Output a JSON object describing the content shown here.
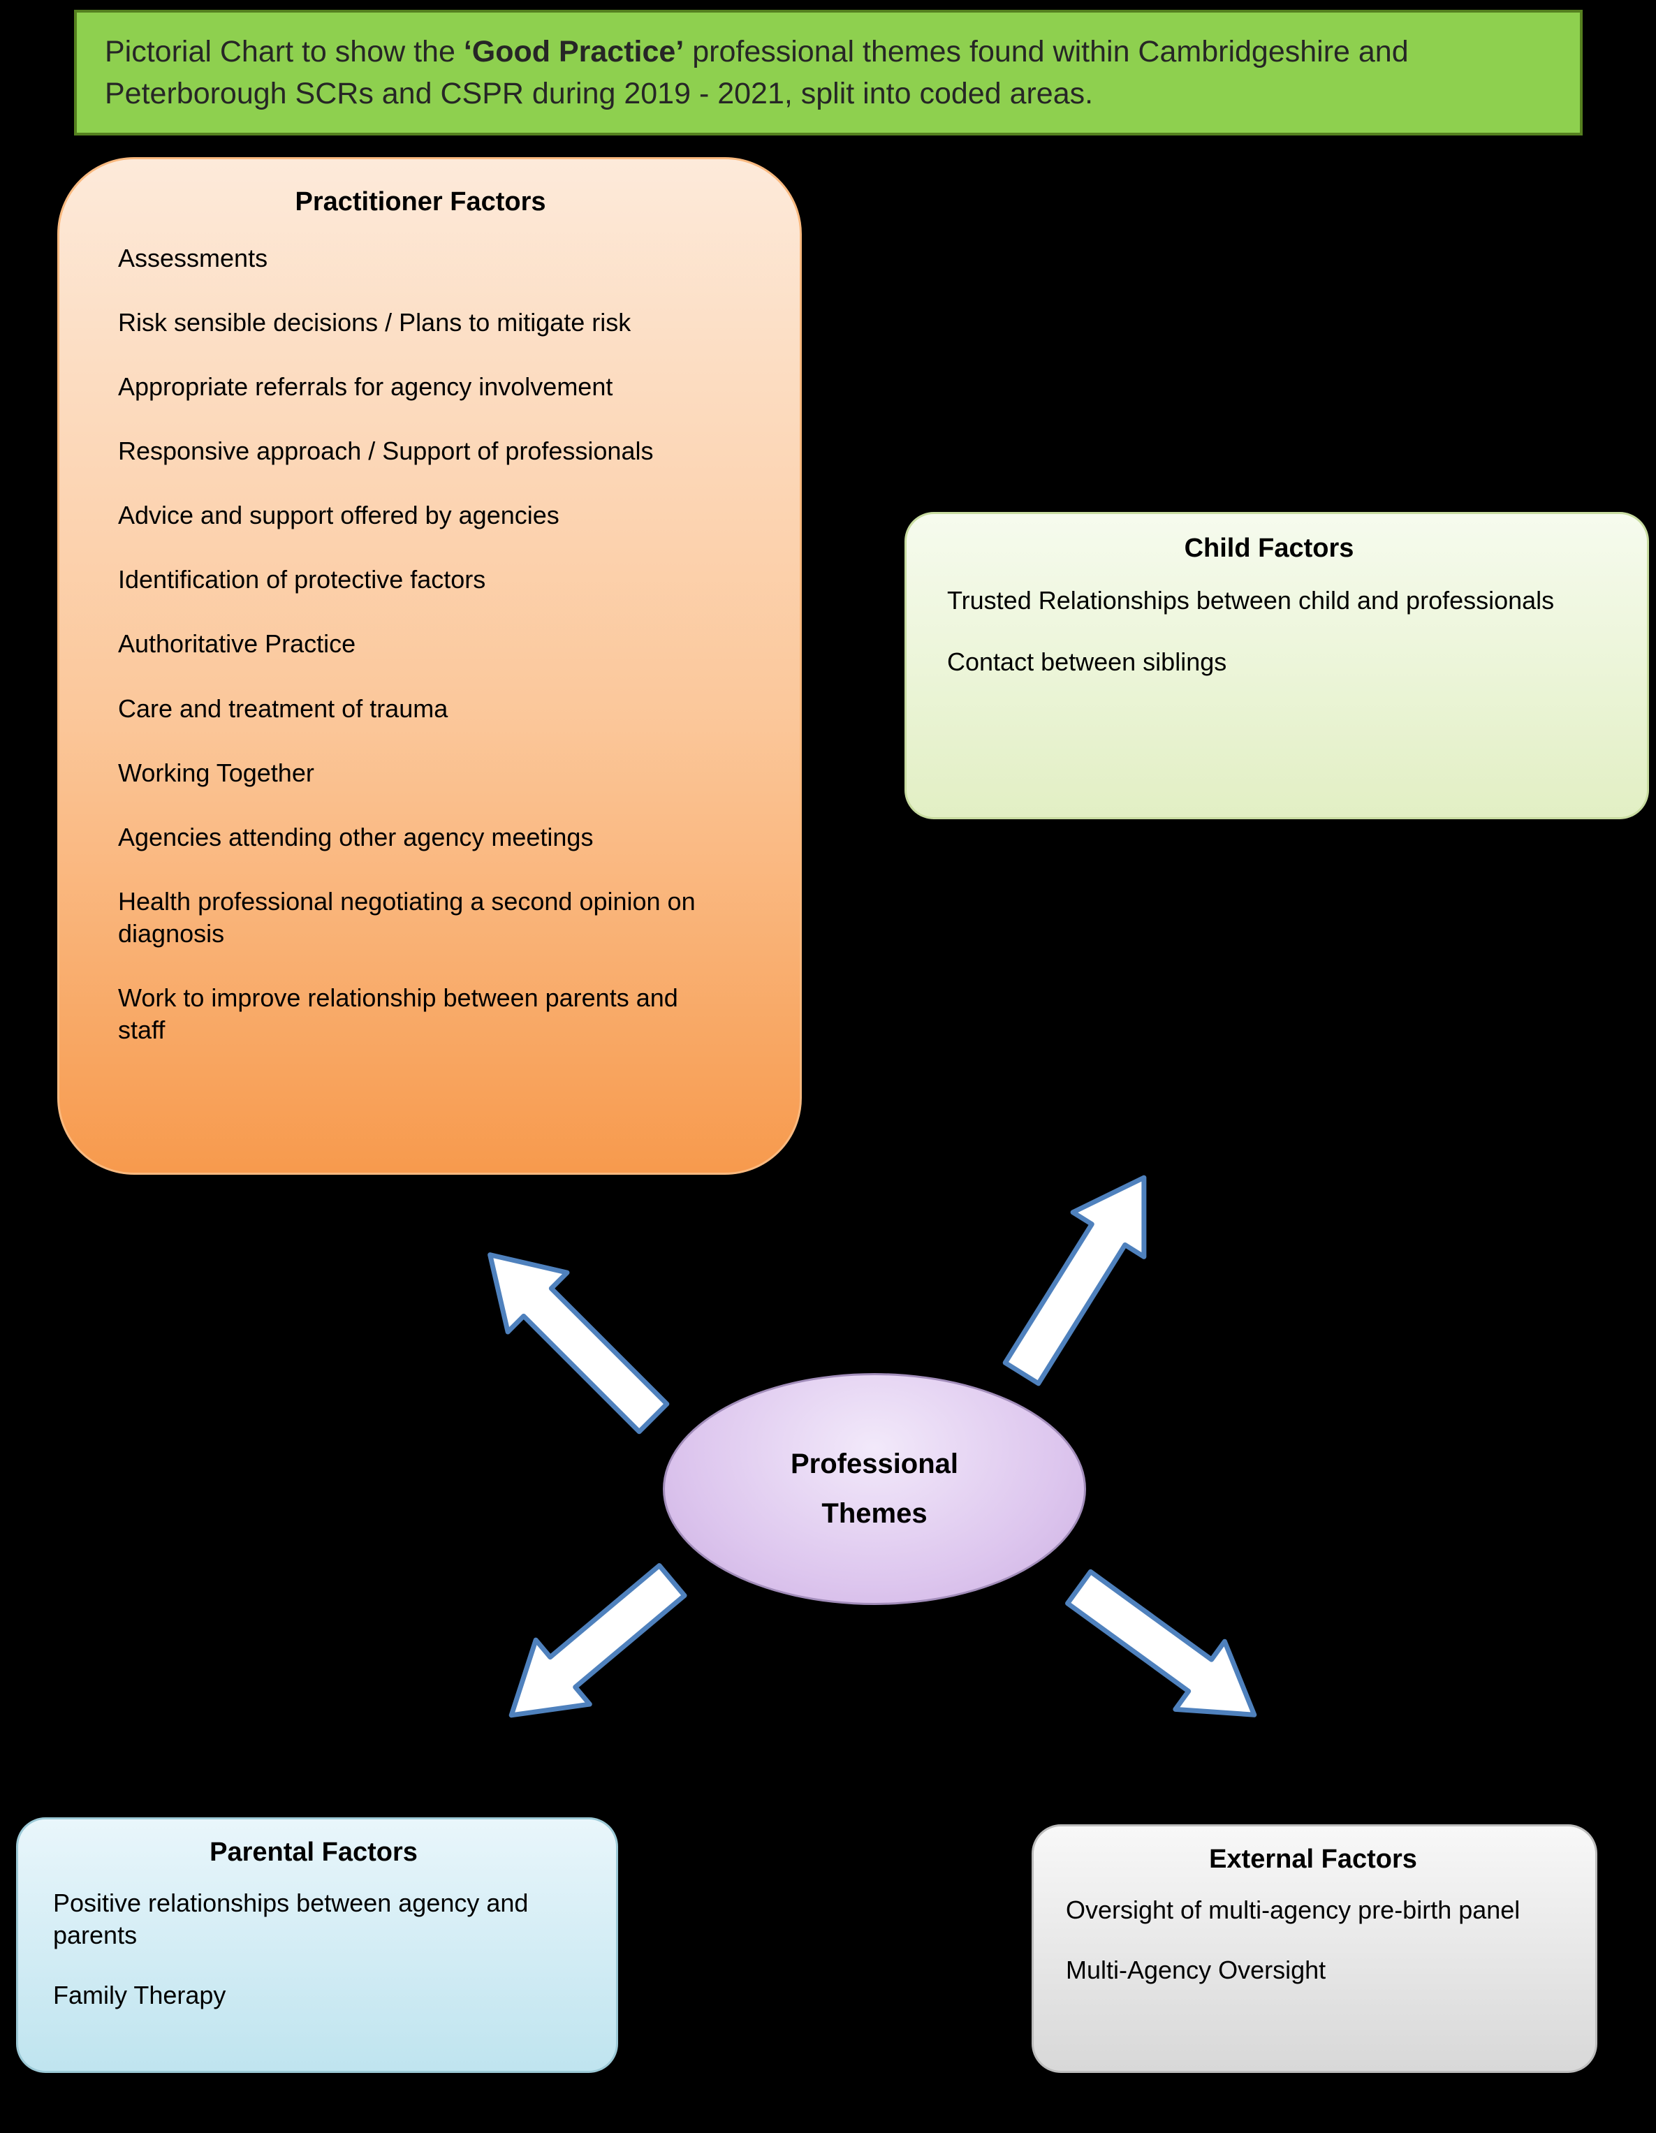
{
  "palette": {
    "background": "#000000",
    "banner_fill": "#8ed04f",
    "banner_border": "#55801f",
    "practitioner_top": "#fdeada",
    "practitioner_bottom": "#f79a4d",
    "child_top": "#f6fbee",
    "child_bottom": "#e2efc4",
    "parental_top": "#e9f6fb",
    "parental_bottom": "#bfe4ef",
    "external_top": "#f8f8f8",
    "external_bottom": "#d8d8d8",
    "ellipse_fill": "#ddc6ee",
    "arrow_fill": "#ffffff",
    "arrow_border": "#4f81bd"
  },
  "banner": {
    "text_before": "Pictorial Chart to show the ",
    "text_bold": "‘Good Practice’",
    "text_after": " professional themes found within Cambridgeshire and Peterborough SCRs and CSPR during 2019 - 2021, split into coded areas."
  },
  "center": {
    "line1": "Professional",
    "line2": "Themes"
  },
  "boxes": {
    "practitioner": {
      "title": "Practitioner Factors",
      "items": [
        "Assessments",
        "Risk sensible decisions / Plans to mitigate risk",
        "Appropriate referrals for agency involvement",
        "Responsive approach / Support of professionals",
        "Advice and support offered by agencies",
        "Identification of protective factors",
        "Authoritative Practice",
        "Care and treatment of trauma",
        "Working Together",
        "Agencies attending other agency meetings",
        "Health professional negotiating a second opinion on diagnosis",
        "Work to improve relationship between parents and staff"
      ]
    },
    "child": {
      "title": "Child Factors",
      "items": [
        "Trusted Relationships between child and professionals",
        "Contact between siblings"
      ]
    },
    "parental": {
      "title": "Parental Factors",
      "items": [
        "Positive relationships between agency and parents",
        "Family Therapy"
      ]
    },
    "external": {
      "title": "External Factors",
      "items": [
        "Oversight of multi-agency pre-birth panel",
        "Multi-Agency Oversight"
      ]
    }
  }
}
